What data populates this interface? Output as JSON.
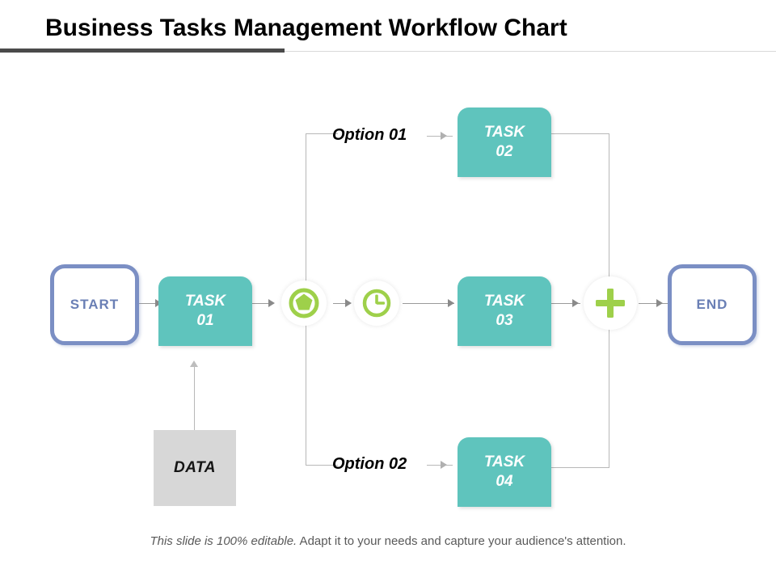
{
  "header": {
    "title": "Business Tasks Management Workflow Chart",
    "accent_color": "#4a4a4a",
    "rule_color": "#d9d9d9"
  },
  "diagram": {
    "start_node": {
      "label": "START",
      "color": "#7b8fc4"
    },
    "end_node": {
      "label": "END",
      "color": "#7b8fc4"
    },
    "task_color": "#5fc4bd",
    "icon_color": "#9ed04a",
    "tasks": [
      {
        "id": "task-01",
        "line1": "TASK",
        "line2": "01"
      },
      {
        "id": "task-02",
        "line1": "TASK",
        "line2": "02"
      },
      {
        "id": "task-03",
        "line1": "TASK",
        "line2": "03"
      },
      {
        "id": "task-04",
        "line1": "TASK",
        "line2": "04"
      }
    ],
    "data_node": {
      "label": "DATA",
      "color": "#d7d7d7"
    },
    "options": [
      {
        "id": "option-01",
        "label": "Option 01"
      },
      {
        "id": "option-02",
        "label": "Option 02"
      }
    ],
    "icons": [
      {
        "id": "pentagon-icon",
        "name": "pentagon-icon"
      },
      {
        "id": "clock-icon",
        "name": "clock-icon"
      },
      {
        "id": "plus-icon",
        "name": "plus-icon"
      }
    ]
  },
  "footer": {
    "emphasis": "This slide is 100% editable.",
    "rest": " Adapt it to your needs and capture your audience's attention."
  }
}
